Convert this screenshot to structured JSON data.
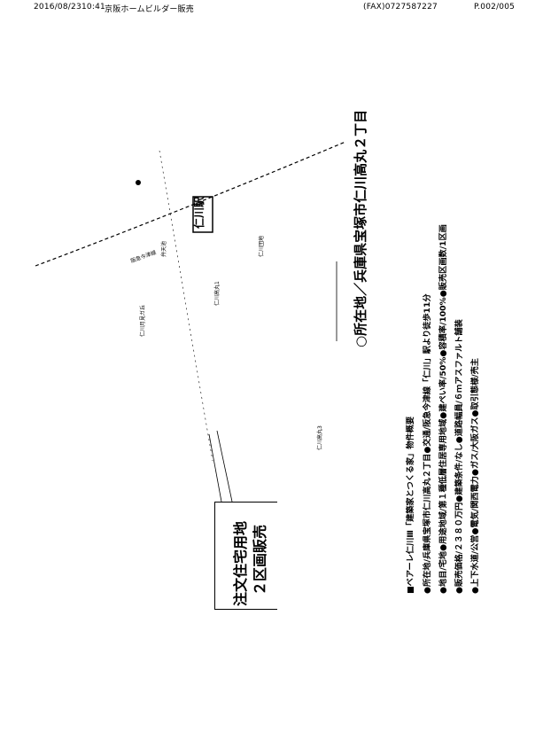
{
  "fax_header": {
    "date": "2016/08/23",
    "time": "10:41",
    "sender": "京阪ホームビルダー販売",
    "fax": "(FAX)0727587227",
    "page": "P.002/005"
  },
  "location_title": "○所在地／兵庫県宝塚市仁川高丸２丁目",
  "promo_box": {
    "line1": "注文住宅用地",
    "line2": "２区画販売"
  },
  "spec_lines": [
    "■ベアーレ仁川Ⅲ「建築家とつくる家」物件概要",
    "●所在地/兵庫県宝塚市仁川高丸２丁目●交通/阪急今津線「仁川」駅より徒歩11分",
    "●地目/宅地●用途地域/第１種低層住居専用地域●建ぺい率/50%●容積率/100%●販売区画数/1区画",
    "●販売価格/２３８０万円●建築条件/なし●道路幅員/６ｍアスファルト舗装",
    "●上下水道/公営●電気/関西電力●ガス/大阪ガス●取引態様/売主"
  ],
  "map": {
    "station": "仁川駅",
    "railway": "阪急今津線",
    "labels": [
      "弁天池",
      "仁川高丸1",
      "仁川高丸3",
      "仁川団地",
      "仁川月見ガ丘"
    ]
  }
}
